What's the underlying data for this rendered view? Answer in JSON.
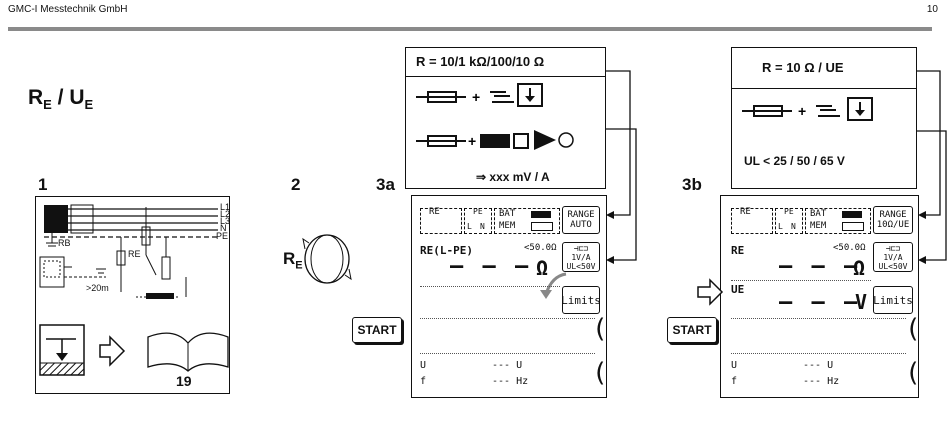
{
  "header": {
    "company": "GMC-I Messtechnik GmbH",
    "page": "10"
  },
  "title": {
    "r": "R",
    "r_sub": "E",
    "sep": " / ",
    "u": "U",
    "u_sub": "E"
  },
  "steps": {
    "s1": "1",
    "s2": "2",
    "s3a": "3a",
    "s3b": "3b"
  },
  "panel1": {
    "lines": [
      "L1",
      "L2",
      "L3",
      "N",
      "PE"
    ],
    "rb": "RB",
    "re": "RE",
    "dist": ">20m",
    "page_ref": "19"
  },
  "rotary": {
    "label": "R",
    "sub": "E"
  },
  "box3a": {
    "range": "R =  10/1 kΩ/100/10 Ω",
    "formula": "⇒ xxx mV / A"
  },
  "box3b": {
    "range": "R =  10 Ω / UE",
    "ul": "UL < 25 / 50 / 65 V"
  },
  "lcd3a": {
    "re": "RE",
    "pe": "PE",
    "l": "L",
    "n": "N",
    "bat": "BAT",
    "mem": "MEM",
    "range_line1": "RANGE",
    "range_line2": "AUTO",
    "meas_label": "RE(L-PE)",
    "limit": "<50.0Ω",
    "dashes": "– – –",
    "unit": "Ω",
    "probe_line1": "1V/A",
    "probe_line2": "UL<50V",
    "limits": "Limits",
    "u_label": "U",
    "u_value": "--- U",
    "f_label": "f",
    "f_value": "--- Hz"
  },
  "lcd3b": {
    "re": "RE",
    "pe": "PE",
    "l": "L",
    "n": "N",
    "bat": "BAT",
    "mem": "MEM",
    "range_line1": "RANGE",
    "range_line2": "10Ω/UE",
    "meas_label": "RE",
    "limit": "<50.0Ω",
    "dashes": "– – –",
    "unit": "Ω",
    "ue_label": "UE",
    "ue_dashes": "– – –",
    "ue_unit": "V",
    "probe_line1": "1V/A",
    "probe_line2": "UL<50V",
    "limits": "Limits",
    "u_label": "U",
    "u_value": "--- U",
    "f_label": "f",
    "f_value": "--- Hz"
  },
  "start": "START"
}
